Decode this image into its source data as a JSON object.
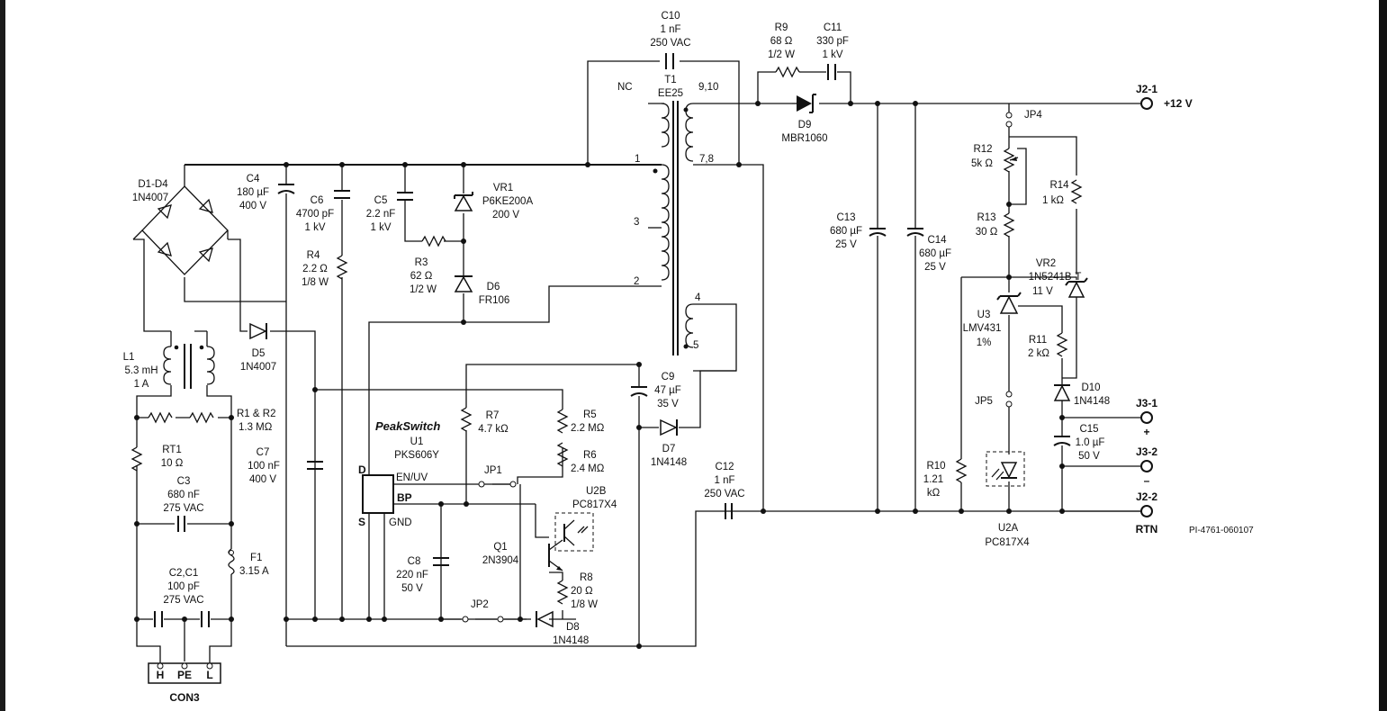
{
  "components": {
    "c10": [
      "C10",
      "1 nF",
      "250 VAC"
    ],
    "t1": [
      "T1",
      "EE25"
    ],
    "nc": "NC",
    "pin_910": "9,10",
    "pin_78": "7,8",
    "pin_1": "1",
    "pin_2": "2",
    "pin_3": "3",
    "pin_4": "4",
    "pin_5": "5",
    "r9": [
      "R9",
      "68 Ω",
      "1/2 W"
    ],
    "c11": [
      "C11",
      "330 pF",
      "1 kV"
    ],
    "d9": [
      "D9",
      "MBR1060"
    ],
    "d1d4": [
      "D1-D4",
      "1N4007"
    ],
    "c4": [
      "C4",
      "180 µF",
      "400 V"
    ],
    "c6": [
      "C6",
      "4700 pF",
      "1 kV"
    ],
    "c5": [
      "C5",
      "2.2 nF",
      "1 kV"
    ],
    "vr1": [
      "VR1",
      "P6KE200A",
      "200 V"
    ],
    "r4": [
      "R4",
      "2.2 Ω",
      "1/8 W"
    ],
    "r3": [
      "R3",
      "62 Ω",
      "1/2 W"
    ],
    "d6": [
      "D6",
      "FR106"
    ],
    "l1": [
      "L1",
      "5.3 mH",
      "1 A"
    ],
    "d5": [
      "D5",
      "1N4007"
    ],
    "r1r2": [
      "R1 & R2",
      "1.3 MΩ"
    ],
    "rt1": [
      "RT1",
      "10 Ω"
    ],
    "c3": [
      "C3",
      "680 nF",
      "275 VAC"
    ],
    "c7": [
      "C7",
      "100 nF",
      "400 V"
    ],
    "f1": [
      "F1",
      "3.15 A"
    ],
    "c2c1": [
      "C2,C1",
      "100 pF",
      "275 VAC"
    ],
    "con3": "CON3",
    "con3_pins": [
      "H",
      "PE",
      "L"
    ],
    "brand": "PeakSwitch",
    "u1": [
      "U1",
      "PKS606Y"
    ],
    "u1_pins": {
      "d": "D",
      "s": "S",
      "enuv": "EN/UV",
      "bp": "BP",
      "gnd": "GND"
    },
    "r7": [
      "R7",
      "4.7 kΩ"
    ],
    "r5": [
      "R5",
      "2.2 MΩ"
    ],
    "r6": [
      "R6",
      "2.4 MΩ"
    ],
    "jp1": "JP1",
    "jp2": "JP2",
    "u2b": [
      "U2B",
      "PC817X4"
    ],
    "c8": [
      "C8",
      "220 nF",
      "50 V"
    ],
    "q1": [
      "Q1",
      "2N3904"
    ],
    "r8": [
      "R8",
      "20 Ω",
      "1/8 W"
    ],
    "d8": [
      "D8",
      "1N4148"
    ],
    "c9": [
      "C9",
      "47 µF",
      "35 V"
    ],
    "d7": [
      "D7",
      "1N4148"
    ],
    "c12": [
      "C12",
      "1 nF",
      "250 VAC"
    ],
    "c13": [
      "C13",
      "680 µF",
      "25 V"
    ],
    "c14": [
      "C14",
      "680 µF",
      "25 V"
    ],
    "jp4": "JP4",
    "r12": [
      "R12",
      "5k Ω"
    ],
    "r14": [
      "R14",
      "1 kΩ"
    ],
    "r13": [
      "R13",
      "30 Ω"
    ],
    "vr2": [
      "VR2",
      "1N5241B-T",
      "11 V"
    ],
    "u3": [
      "U3",
      "LMV431",
      "1%"
    ],
    "r11": [
      "R11",
      "2 kΩ"
    ],
    "jp5": "JP5",
    "d10": [
      "D10",
      "1N4148"
    ],
    "c15": [
      "C15",
      "1.0 µF",
      "50 V"
    ],
    "r10": [
      "R10",
      "1.21",
      "kΩ"
    ],
    "u2a": [
      "U2A",
      "PC817X4"
    ],
    "j21": [
      "J2-1",
      "+12 V"
    ],
    "j31": [
      "J3-1",
      "+"
    ],
    "j32": [
      "J3-2",
      "–"
    ],
    "j22": [
      "J2-2",
      "RTN"
    ],
    "drawing_id": "PI-4761-060107"
  }
}
